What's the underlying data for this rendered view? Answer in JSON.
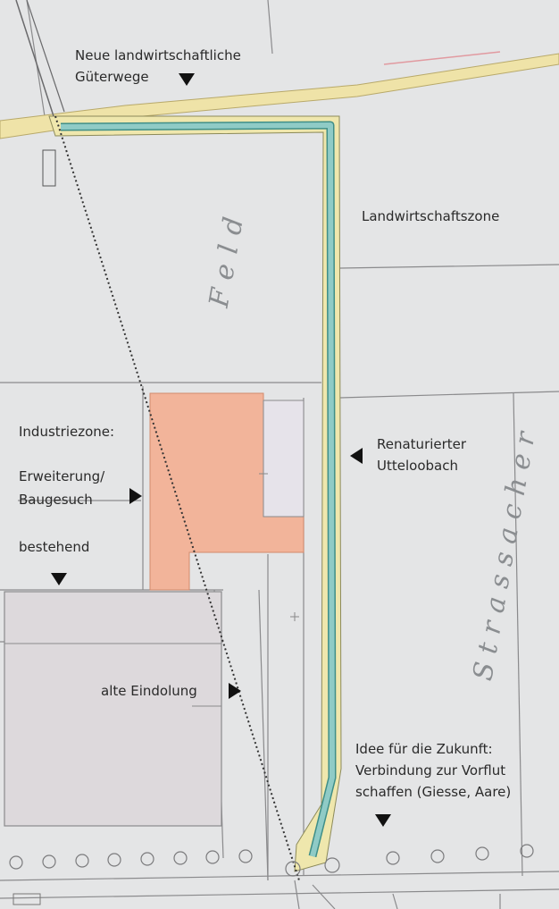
{
  "map": {
    "colors": {
      "background": "#e4e5e6",
      "road": "#efe3a8",
      "stream": "#8fcbc6",
      "stream_edge": "#3f8e88",
      "industry_expansion": "#f2b49a",
      "industry_existing": "#ddd9dc",
      "parcel_lines": "#8a8a8c",
      "drain_line": "#333333",
      "text": "#2a2a2a"
    },
    "map_texts": {
      "feld": "Feld",
      "strassacher": "Strassacher"
    },
    "labels": {
      "neue_wege_line1": "Neue landwirtschaftliche",
      "neue_wege_line2": "Güterwege",
      "landwirtschaftszone": "Landwirtschaftszone",
      "industriezone": "Industriezone:",
      "erweiterung_line1": "Erweiterung/",
      "erweiterung_line2": "Baugesuch",
      "bestehend": "bestehend",
      "renaturierter_line1": "Renaturierter",
      "renaturierter_line2": "Utteloobach",
      "alte_eindolung": "alte Eindolung",
      "idee_line1": "Idee für die Zukunft:",
      "idee_line2": "Verbindung zur Vorflut",
      "idee_line3": "schaffen (Giesse, Aare)"
    },
    "legend_items": [
      {
        "id": "neue-wege",
        "arrow": "down"
      },
      {
        "id": "erweiterung",
        "arrow": "right"
      },
      {
        "id": "bestehend",
        "arrow": "down"
      },
      {
        "id": "renaturierter",
        "arrow": "left"
      },
      {
        "id": "alte-eindolung",
        "arrow": "right"
      },
      {
        "id": "idee",
        "arrow": "down"
      }
    ]
  }
}
